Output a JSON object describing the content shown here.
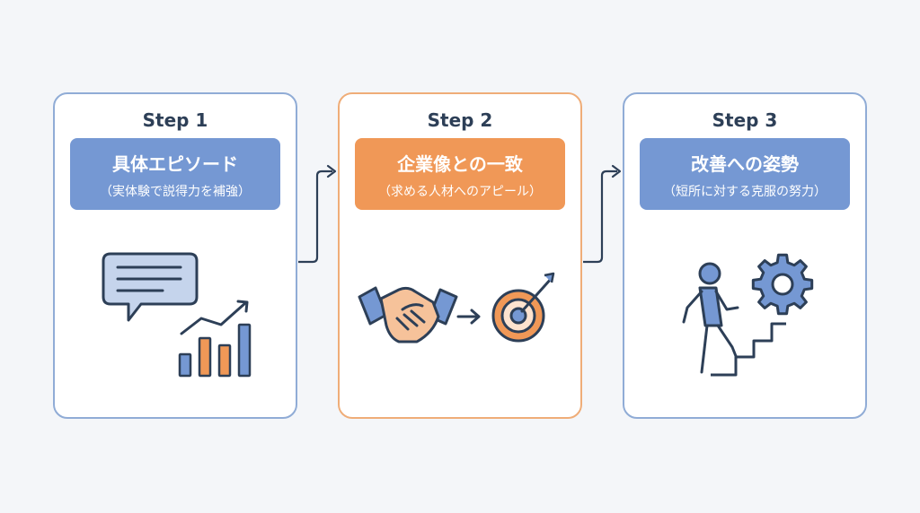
{
  "steps": [
    {
      "title": "Step 1",
      "label": "具体エピソード",
      "sublabel": "（実体験で説得力を補強）",
      "accent": "#7598d3"
    },
    {
      "title": "Step 2",
      "label": "企業像との一致",
      "sublabel": "（求める人材へのアピール）",
      "accent": "#f09857"
    },
    {
      "title": "Step 3",
      "label": "改善への姿勢",
      "sublabel": "（短所に対する克服の努力）",
      "accent": "#7598d3"
    }
  ],
  "icons": {
    "step1": [
      "speech-bubble-icon",
      "bar-chart-trend-icon"
    ],
    "step2": [
      "handshake-icon",
      "arrow-right-icon",
      "target-icon"
    ],
    "step3": [
      "person-climbing-stairs-icon",
      "gear-icon"
    ]
  },
  "colors": {
    "blue": "#7598d3",
    "orange": "#f09857",
    "stroke": "#2d3f57",
    "light_blue": "#c5d4ec"
  }
}
